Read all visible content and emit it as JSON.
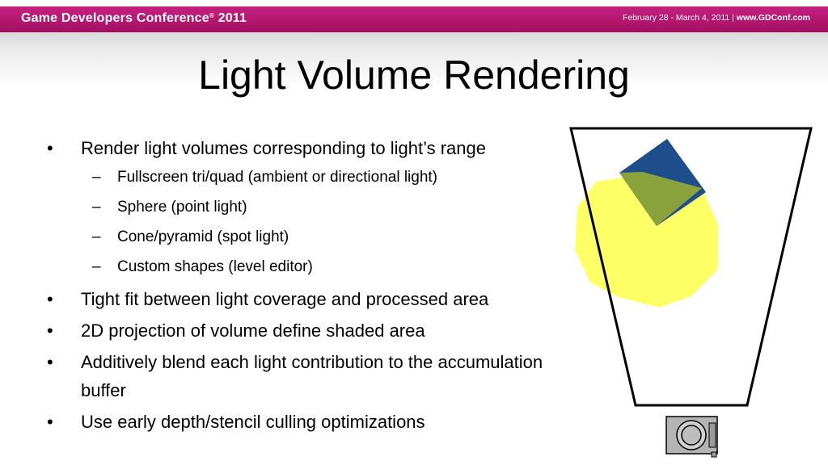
{
  "header": {
    "conference": "Game Developers Conference",
    "reg_mark": "®",
    "year": " 2011",
    "dates": "February 28 - March 4, 2011 | ",
    "url": "www.GDConf.com",
    "bar_color": "#b5176f"
  },
  "slide": {
    "title": "Light Volume Rendering",
    "bullets": [
      {
        "text": "Render light volumes corresponding to light’s range",
        "sub": [
          "Fullscreen tri/quad (ambient or directional light)",
          "Sphere (point light)",
          "Cone/pyramid (spot light)",
          "Custom shapes (level editor)"
        ]
      },
      {
        "text": "Tight fit between light coverage and processed area"
      },
      {
        "text": "2D projection of volume define shaded area"
      },
      {
        "text": "Additively blend each light contribution to the accumulation buffer"
      },
      {
        "text": "Use early depth/stencil culling optimizations"
      }
    ]
  },
  "diagram": {
    "frustum_stroke": "#000000",
    "sphere_color": "#ffff66",
    "box_color": "#1f4e8c",
    "overlap_color": "#8aa23c",
    "camera_icon": "camera-icon"
  },
  "marks": {
    "bullet": "•",
    "dash": "–"
  }
}
